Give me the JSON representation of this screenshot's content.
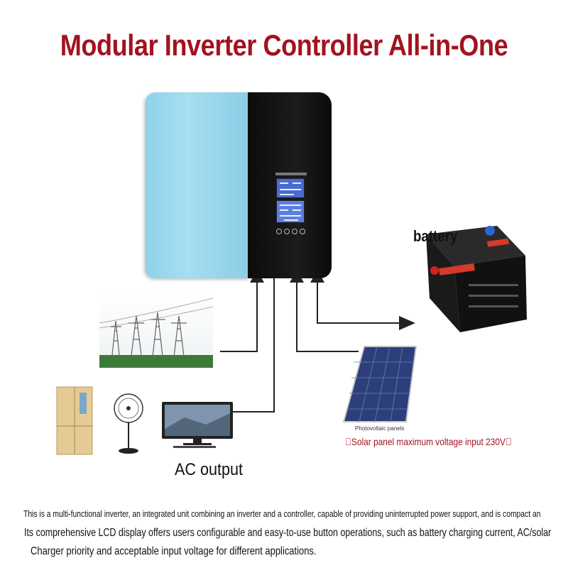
{
  "title": "Modular Inverter Controller All-in-One",
  "labels": {
    "battery": "battery",
    "ac_output": "AC output",
    "photovoltaic_panels": "Photovoltaic panels",
    "solar_note": "\u0000Solar panel maximum voltage input 230V\u0000"
  },
  "description": {
    "line1": "This is a multi-functional inverter, an integrated unit combining an inverter and a controller, capable of providing uninterrupted power support, and is compact an",
    "line2": "Its comprehensive LCD display offers users configurable and easy-to-use button operations, such as battery charging current, AC/solar",
    "line3": "Charger priority and acceptable input voltage for different applications."
  },
  "colors": {
    "title": "#a3121f",
    "panel_blue": "#a6def2",
    "panel_black": "#111111",
    "note_red": "#a3121f"
  }
}
